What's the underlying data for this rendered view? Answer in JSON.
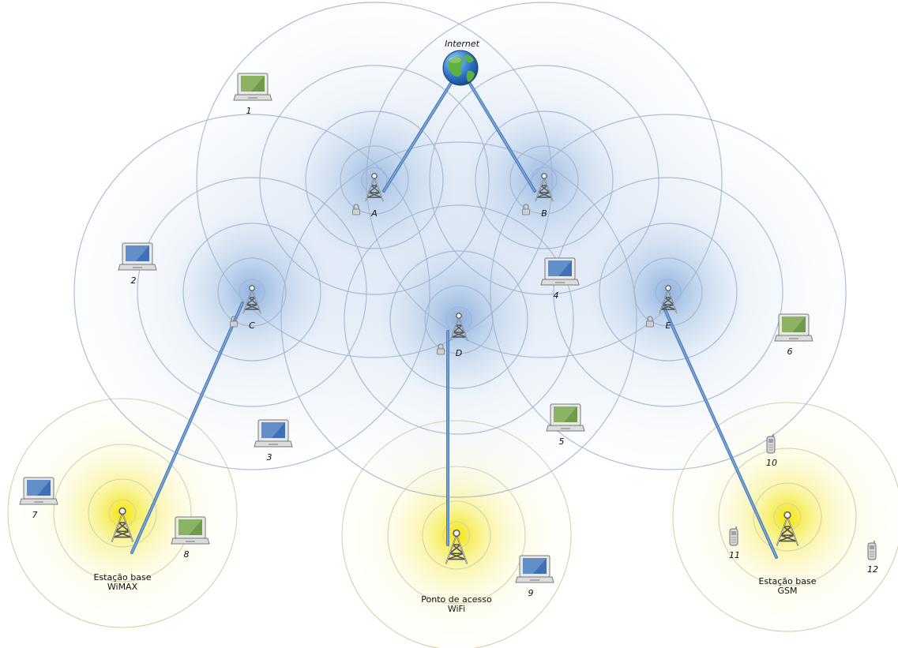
{
  "internet": {
    "label": "Internet"
  },
  "towers": [
    {
      "id": "A",
      "label": "A"
    },
    {
      "id": "B",
      "label": "B"
    },
    {
      "id": "C",
      "label": "C"
    },
    {
      "id": "D",
      "label": "D"
    },
    {
      "id": "E",
      "label": "E"
    }
  ],
  "base_stations": [
    {
      "id": "wimax",
      "line1": "Estação base",
      "line2": "WiMAX"
    },
    {
      "id": "wifi",
      "line1": "Ponto de acesso",
      "line2": "WiFi"
    },
    {
      "id": "gsm",
      "line1": "Estação base",
      "line2": "GSM"
    }
  ],
  "laptops": [
    {
      "label": "1",
      "screen": "green"
    },
    {
      "label": "2",
      "screen": "blue"
    },
    {
      "label": "3",
      "screen": "blue"
    },
    {
      "label": "4",
      "screen": "blue"
    },
    {
      "label": "5",
      "screen": "green"
    },
    {
      "label": "6",
      "screen": "green"
    },
    {
      "label": "7",
      "screen": "blue"
    },
    {
      "label": "8",
      "screen": "green"
    },
    {
      "label": "9",
      "screen": "blue"
    }
  ],
  "phones": [
    {
      "label": "10"
    },
    {
      "label": "11"
    },
    {
      "label": "12"
    }
  ],
  "colors": {
    "mesh_ring": "#9fb3cf",
    "mesh_glow": "#3a78c6",
    "base_ring": "#d6d3a6",
    "base_glow": "#f1e000",
    "link": "#4c7fbd",
    "link_light": "#8fb2da"
  }
}
